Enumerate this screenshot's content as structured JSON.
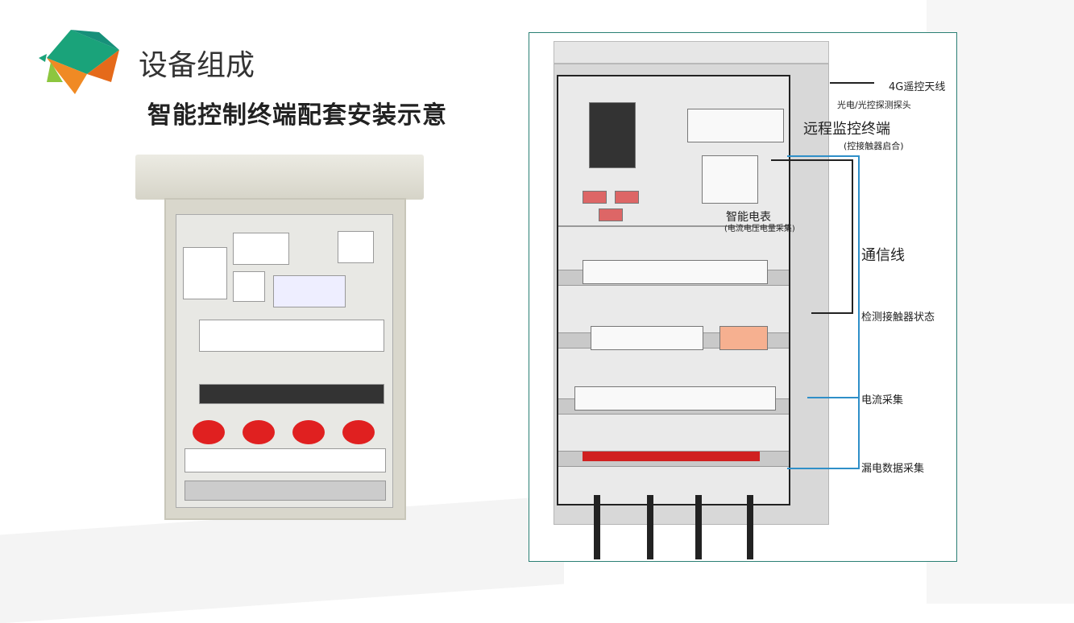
{
  "title": "设备组成",
  "subtitle": "智能控制终端配套安装示意",
  "diagram": {
    "antenna": "4G遥控天线",
    "probe": "光电/光控探测探头",
    "terminal": "远程监控终端",
    "terminal_note": "(控接触器启合)",
    "meter": "智能电表",
    "meter_note": "(电流电压电量采集)",
    "comm_line": "通信线",
    "contactor_status": "检测接触器状态",
    "current": "电流采集",
    "leakage": "漏电数据采集"
  },
  "colors": {
    "border": "#2a7f74",
    "accent_green": "#1aa37a",
    "accent_orange": "#f08a24"
  }
}
